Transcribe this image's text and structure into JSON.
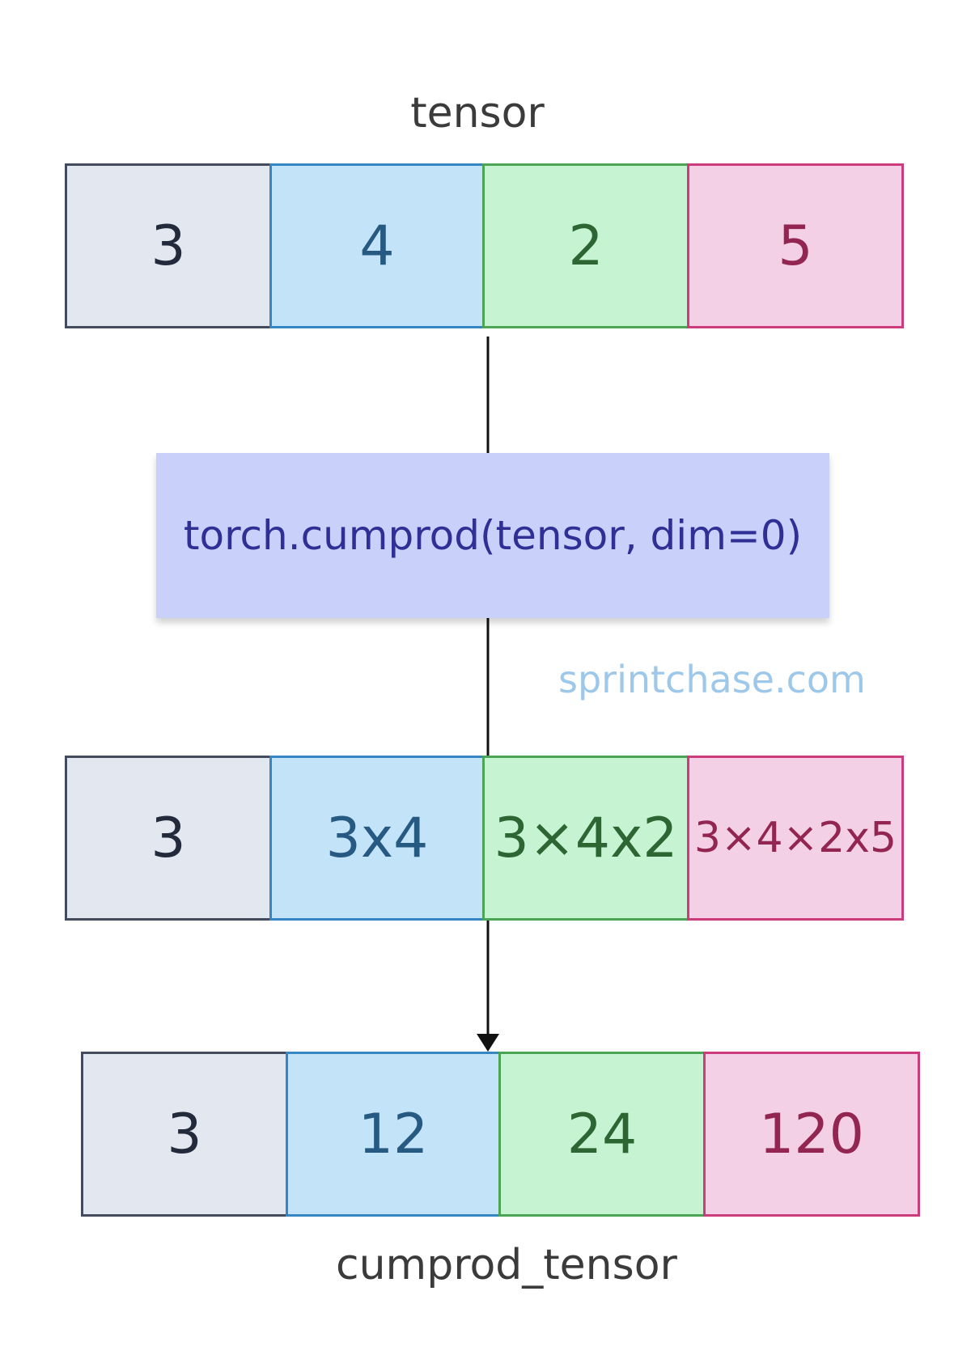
{
  "input_label": "tensor",
  "input_values": [
    "3",
    "4",
    "2",
    "5"
  ],
  "operation": "torch.cumprod(tensor, dim=0)",
  "watermark": "sprintchase.com",
  "intermediate_values": [
    "3",
    "3x4",
    "3×4x2",
    "3×4×2x5"
  ],
  "output_values": [
    "3",
    "12",
    "24",
    "120"
  ],
  "output_label": "cumprod_tensor",
  "colors": {
    "cell_0_fill": "#e3e7f0",
    "cell_1_fill": "#c3e4f8",
    "cell_2_fill": "#c6f4d3",
    "cell_3_fill": "#f4d0e7",
    "operation_fill": "#c9d1fa",
    "watermark_text": "#9ec8ea"
  }
}
